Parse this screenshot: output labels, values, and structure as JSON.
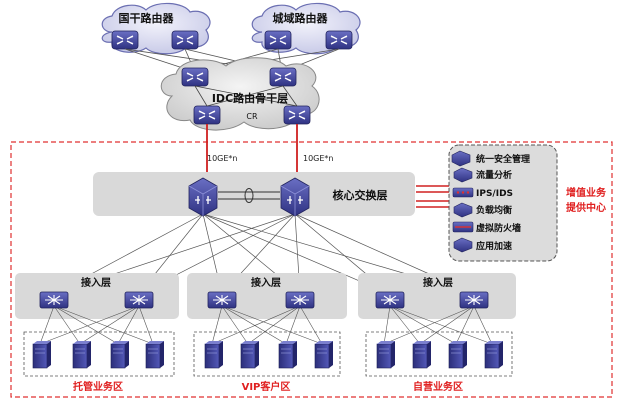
{
  "clouds": {
    "backbone_left": "国干路由器",
    "backbone_right": "城域路由器",
    "idc_title": "IDC路由骨干层",
    "idc_sub": "CR"
  },
  "links": {
    "uplink_left": "10GE*n",
    "uplink_right": "10GE*n"
  },
  "core": {
    "label": "核心交换层"
  },
  "services": {
    "items": [
      "统一安全管理",
      "流量分析",
      "IPS/IDS",
      "负载均衡",
      "虚拟防火墙",
      "应用加速"
    ],
    "center_line1": "增值业务",
    "center_line2": "提供中心"
  },
  "access": {
    "zone1_label": "接入层",
    "zone2_label": "接入层",
    "zone3_label": "接入层"
  },
  "zones": {
    "zone1": "托管业务区",
    "zone2": "VIP客户区",
    "zone3": "自营业务区"
  },
  "colors": {
    "cloud_fill": "#dcdcf0",
    "cloud_edge": "#5b5fa8",
    "device_blue": "#3c3f9a",
    "zone_label_red": "#e02020",
    "dashed_border": "#e03030",
    "layer_band": "#d9d9d9"
  }
}
